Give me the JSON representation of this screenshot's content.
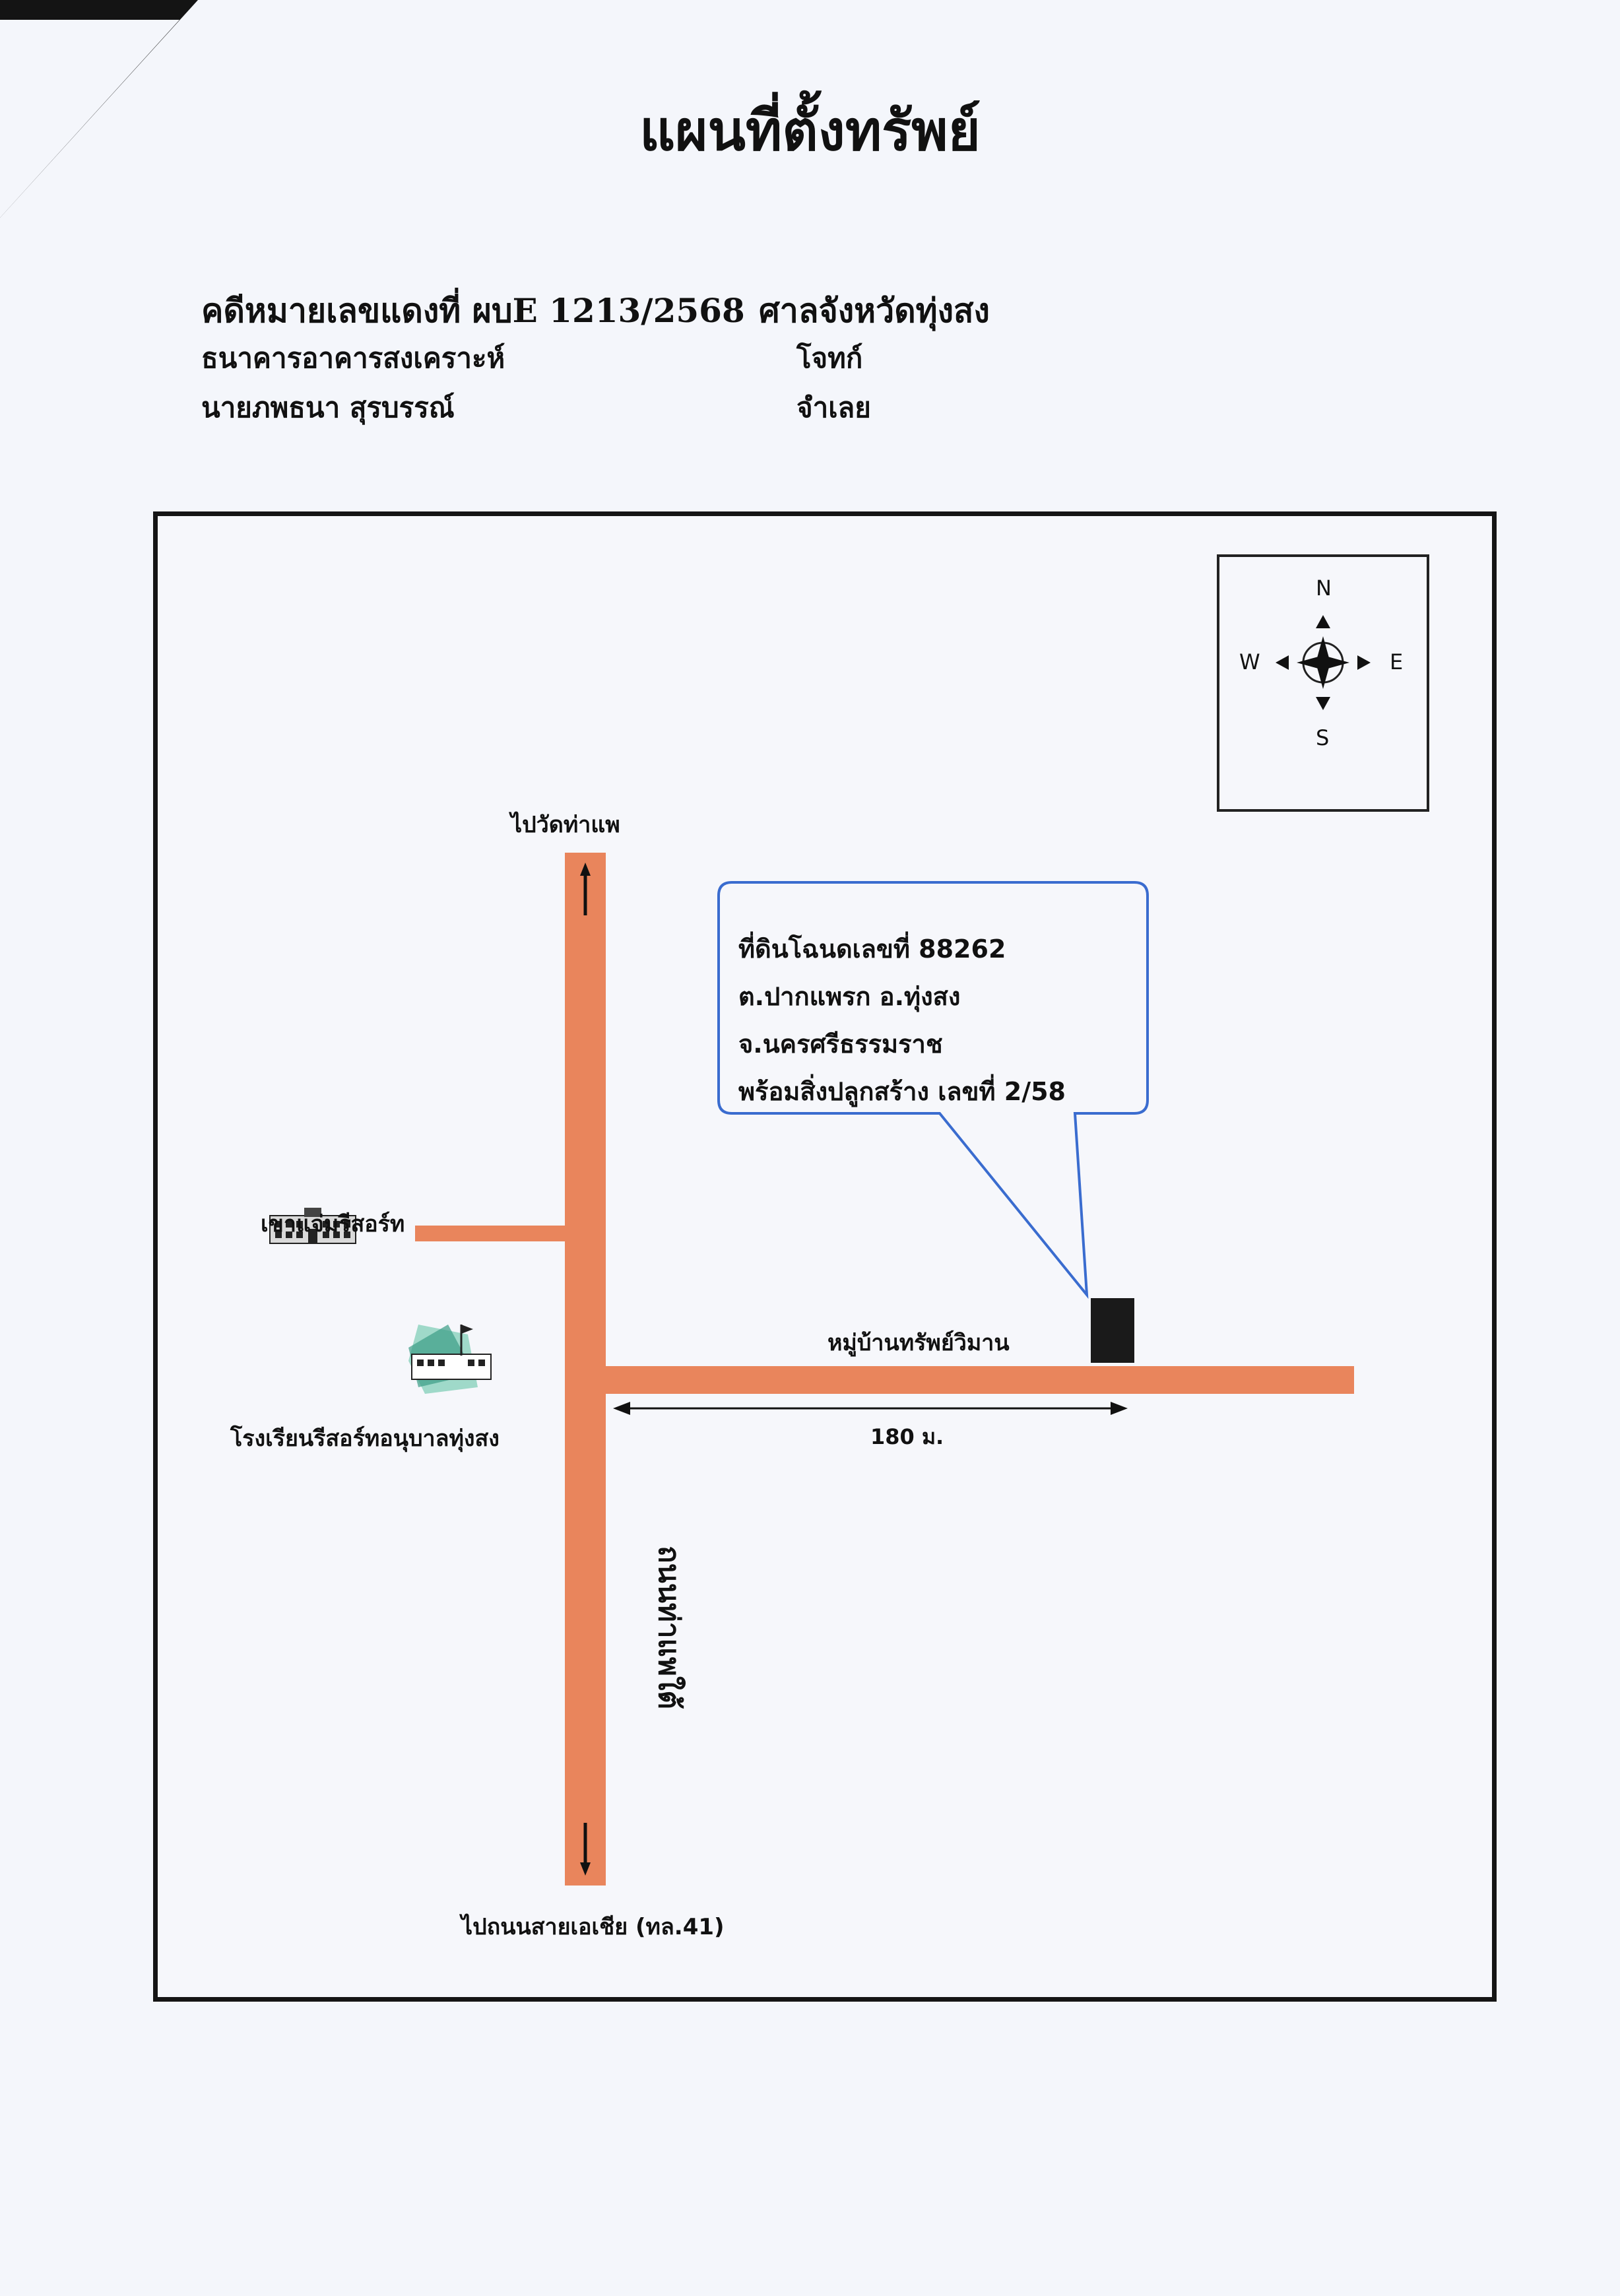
{
  "title": "แผนที่ตั้งทรัพย์",
  "case": {
    "number_line": "คดีหมายเลขแดงที่ ผบE 1213/2568",
    "court": "ศาลจังหวัดทุ่งสง",
    "plaintiff": "ธนาคารอาคารสงเคราะห์",
    "plaintiff_role": "โจทก์",
    "defendant": "นายภพธนา สุรบรรณ์",
    "defendant_role": "จำเลย"
  },
  "map": {
    "north_label": "ไปวัดท่าแพ",
    "south_label": "ไปถนนสายเอเชีย (ทล.41)",
    "main_road": "ถนนท่าแพใต้",
    "resort": "เขาแจ่มรีสอร์ท",
    "school": "โรงเรียนรีสอร์ทอนุบาลทุ่งสง",
    "village": "หมู่บ้านทรัพย์วิมาน",
    "distance": "180 ม.",
    "callout": [
      "ที่ดินโฉนดเลขที่ 88262",
      "ต.ปากแพรก อ.ทุ่งสง",
      "จ.นครศรีธรรมราช",
      "พร้อมสิ่งปลูกสร้าง เลขที่ 2/58"
    ],
    "road_color": "#e9855c",
    "callout_color": "#3a6ccf"
  },
  "compass": {
    "n": "N",
    "s": "S",
    "e": "E",
    "w": "W"
  }
}
